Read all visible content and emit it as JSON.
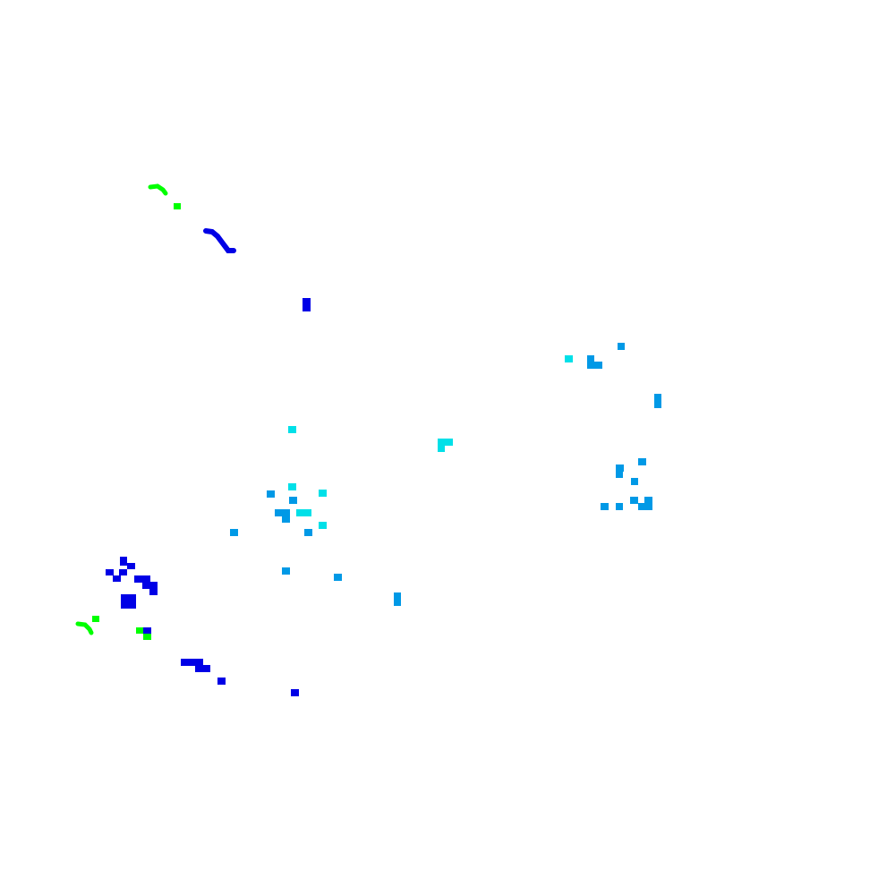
{
  "palette": {
    "background": "#ffffff",
    "green": "#00ff00",
    "blue": "#0000e6",
    "cyan": "#00e0e8",
    "sky": "#0099e6"
  },
  "layers": {
    "green_marks": "green",
    "blue_marks": "blue",
    "cyan_marks": "cyan",
    "sky_marks": "sky"
  }
}
